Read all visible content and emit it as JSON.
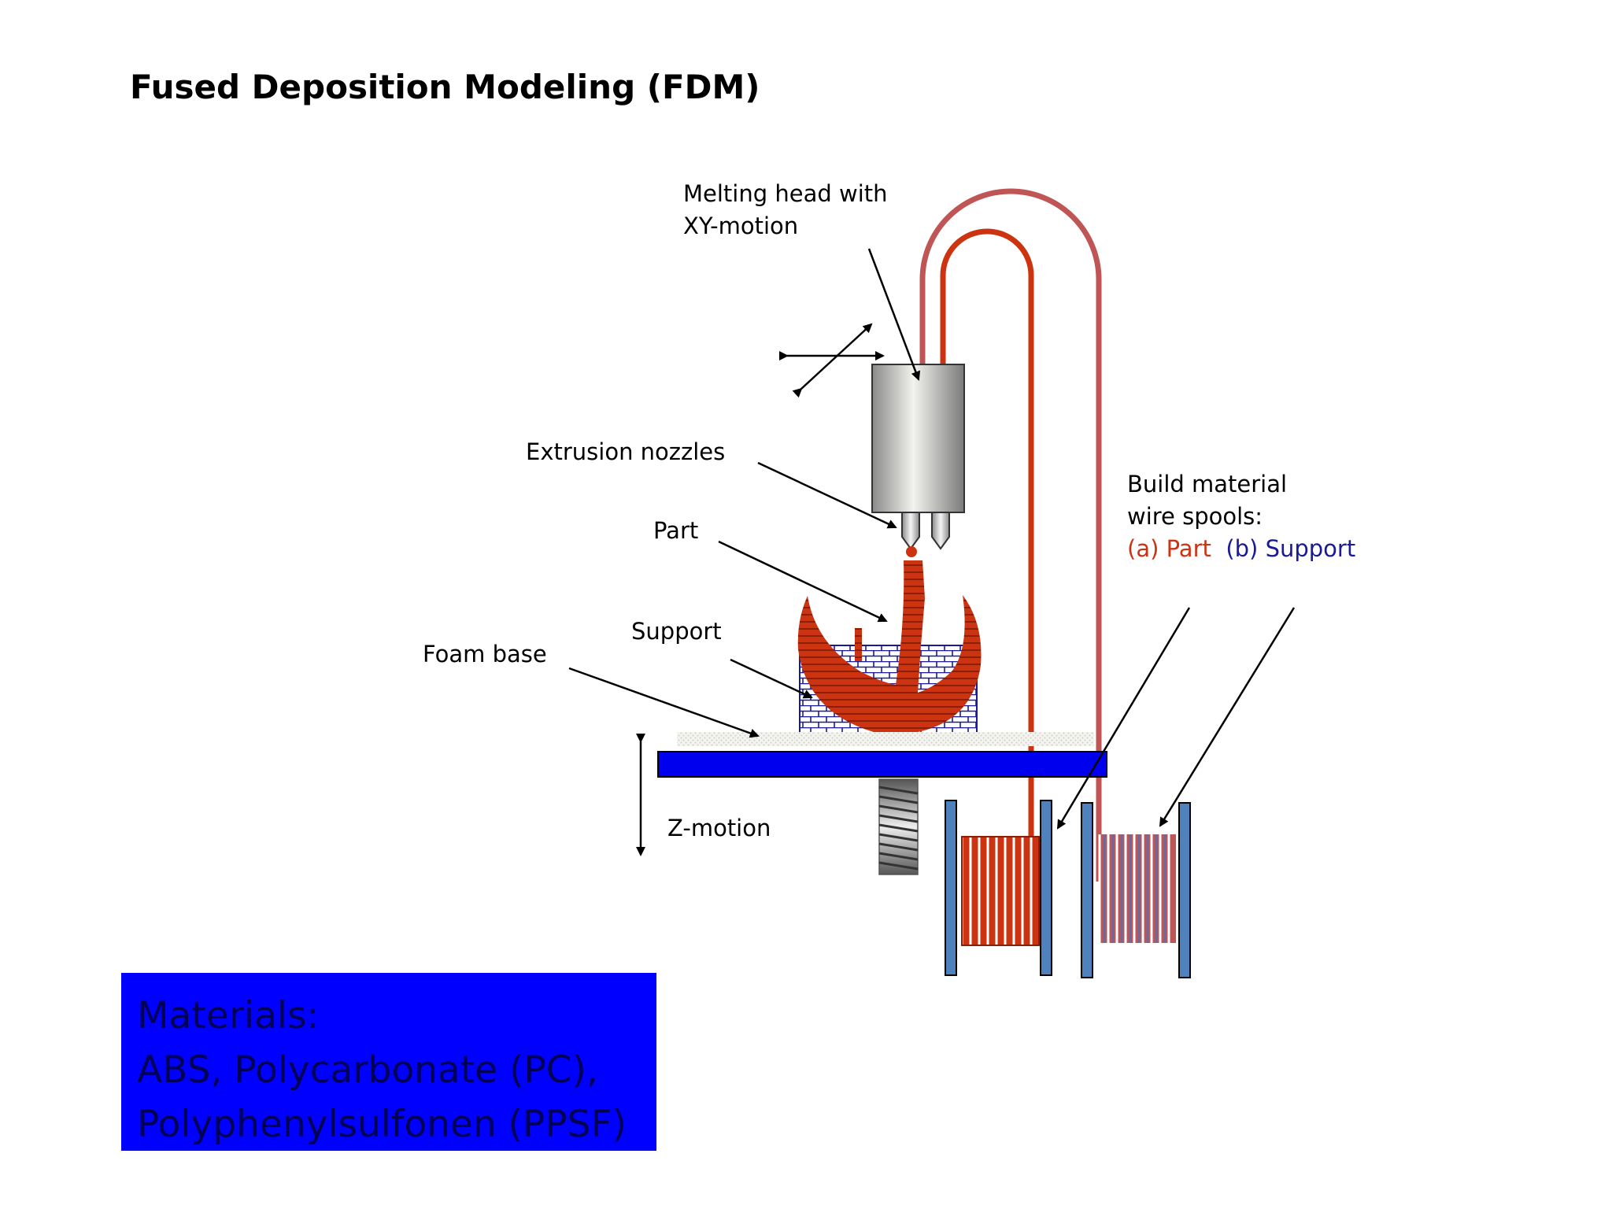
{
  "title": "Fused Deposition Modeling (FDM)",
  "labels": {
    "melting_head_line1": "Melting head with",
    "melting_head_line2": "XY-motion",
    "extrusion_nozzles": "Extrusion nozzles",
    "part": "Part",
    "support": "Support",
    "foam_base": "Foam base",
    "z_motion": "Z-motion",
    "spools_line1": "Build material",
    "spools_line2": "wire spools:",
    "spool_a": "(a) Part",
    "spool_b": "(b) Support"
  },
  "materials": {
    "line1": "Materials:",
    "line2": "ABS, Polycarbonate (PC),",
    "line3": "Polyphenylsulfonen (PPSF)"
  },
  "colors": {
    "part": "#cc3311",
    "part_stripe": "#8a1f06",
    "support": "#1a1a99",
    "support_wire": "#c05555",
    "platform": "#0000ee",
    "spool_flange": "#4f81bd",
    "materials_box": "#0000ff",
    "materials_text": "#000055",
    "arrow": "#000000"
  }
}
